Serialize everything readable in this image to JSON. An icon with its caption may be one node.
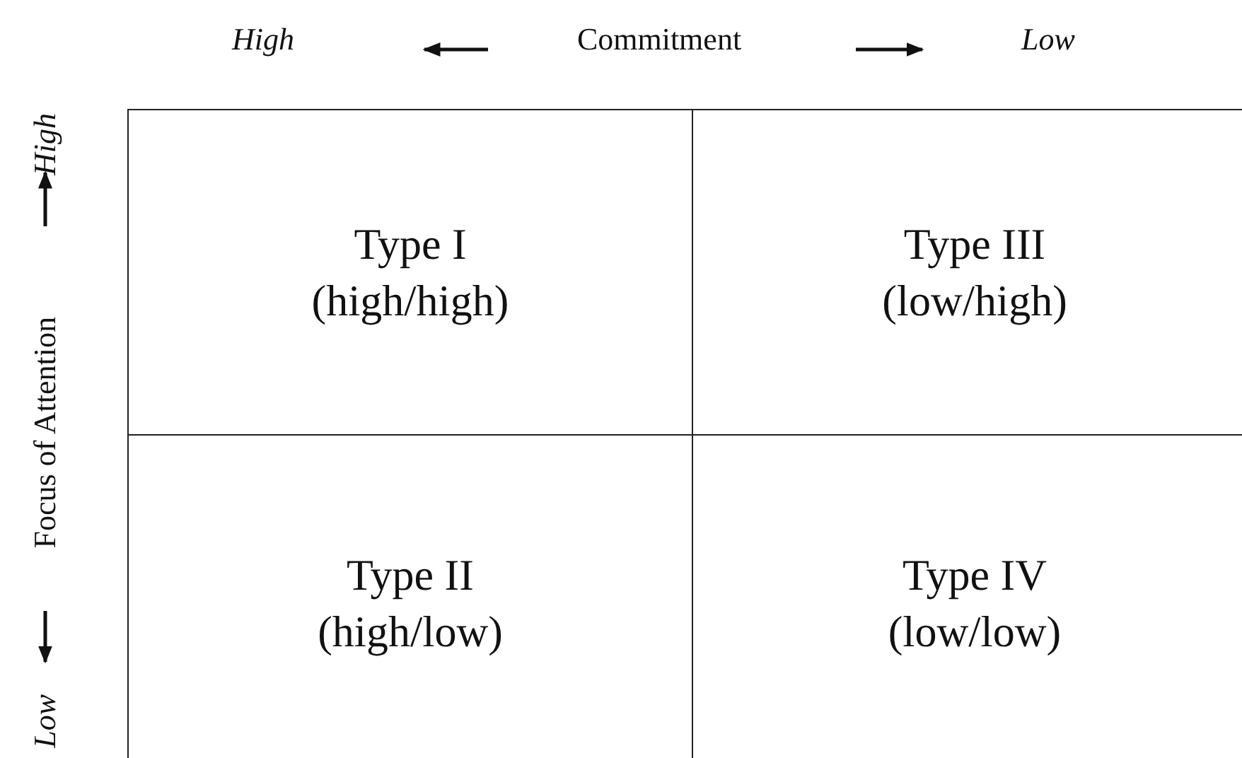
{
  "diagram": {
    "nodes": [
      {
        "text": [
          "Type I",
          "(high/high)"
        ]
      },
      {
        "text": [
          "Type III",
          "(low/high)"
        ]
      },
      {
        "text": [
          "Type II",
          "(high/low)"
        ]
      },
      {
        "text": [
          "Type IV",
          "(low/low)"
        ]
      }
    ],
    "labels": [
      "High",
      "Commitment",
      "Low",
      "High",
      "Focus of Attention",
      "Low"
    ]
  }
}
